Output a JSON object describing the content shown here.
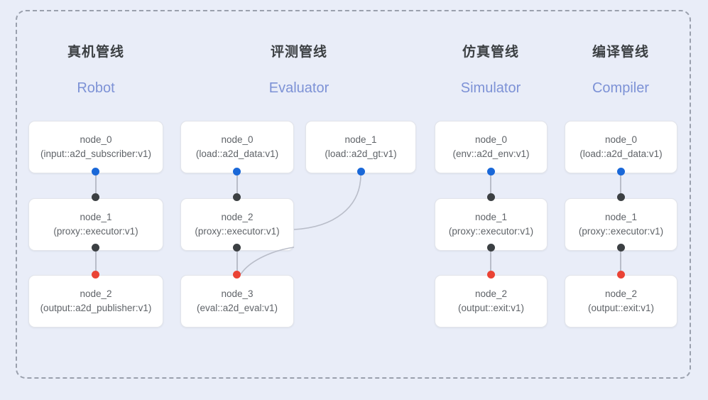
{
  "diagram": {
    "frame": {
      "style": "dashed-rounded-rectangle"
    },
    "columns": [
      {
        "id": "robot",
        "title_zh": "真机管线",
        "title_en": "Robot",
        "nodes": [
          {
            "name": "node_0",
            "spec": "(input::a2d_subscriber:v1)"
          },
          {
            "name": "node_1",
            "spec": "(proxy::executor:v1)"
          },
          {
            "name": "node_2",
            "spec": "(output::a2d_publisher:v1)"
          }
        ]
      },
      {
        "id": "evaluator",
        "title_zh": "评测管线",
        "title_en": "Evaluator",
        "nodes": [
          {
            "name": "node_0",
            "spec": "(load::a2d_data:v1)"
          },
          {
            "name": "node_1",
            "spec": "(load::a2d_gt:v1)"
          },
          {
            "name": "node_2",
            "spec": "(proxy::executor:v1)"
          },
          {
            "name": "node_3",
            "spec": "(eval::a2d_eval:v1)"
          }
        ]
      },
      {
        "id": "simulator",
        "title_zh": "仿真管线",
        "title_en": "Simulator",
        "nodes": [
          {
            "name": "node_0",
            "spec": "(env::a2d_env:v1)"
          },
          {
            "name": "node_1",
            "spec": "(proxy::executor:v1)"
          },
          {
            "name": "node_2",
            "spec": "(output::exit:v1)"
          }
        ]
      },
      {
        "id": "compiler",
        "title_zh": "编译管线",
        "title_en": "Compiler",
        "nodes": [
          {
            "name": "node_0",
            "spec": "(load::a2d_data:v1)"
          },
          {
            "name": "node_1",
            "spec": "(proxy::executor:v1)"
          },
          {
            "name": "node_2",
            "spec": "(output::exit:v1)"
          }
        ]
      }
    ],
    "colors": {
      "background": "#e9edf8",
      "frame_border": "#9aa0ad",
      "card_background": "#ffffff",
      "card_border": "#e2e4ea",
      "title_zh": "#3c4043",
      "title_en": "#7d92d6",
      "node_text": "#5f6368",
      "port_output": "#1a68d8",
      "port_proxy": "#3c4043",
      "port_terminal": "#ea4335",
      "edge": "#b9bdc9"
    }
  }
}
